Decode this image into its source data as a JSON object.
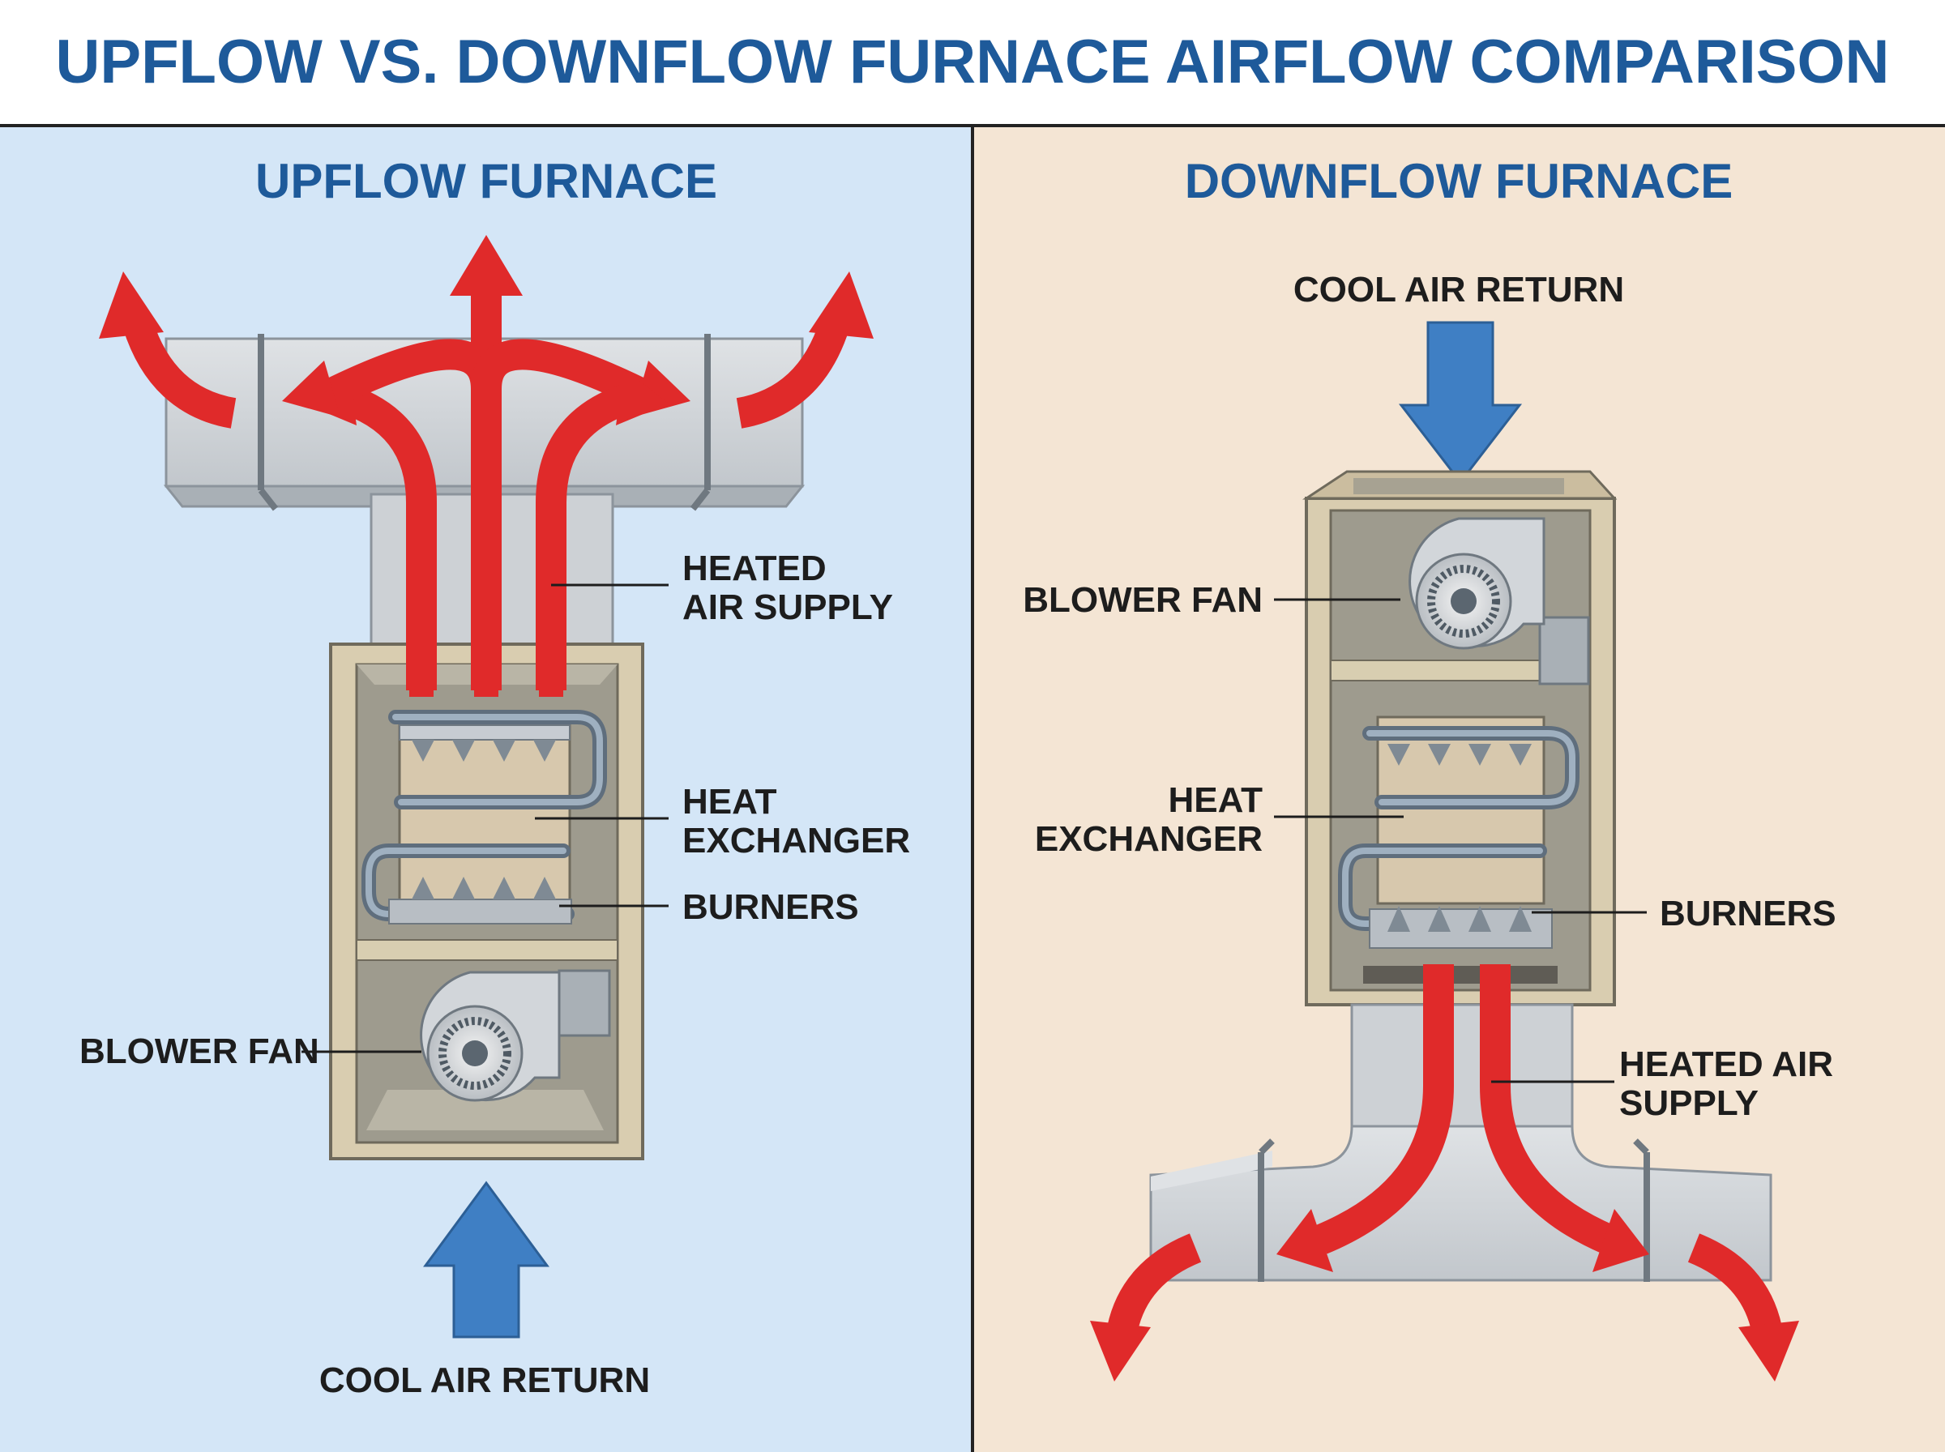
{
  "title": "UPFLOW VS. DOWNFLOW FURNACE AIRFLOW COMPARISON",
  "upflow": {
    "heading": "UPFLOW FURNACE",
    "labels": {
      "heated_air_supply_line1": "HEATED",
      "heated_air_supply_line2": "AIR SUPPLY",
      "heat_exchanger_line1": "HEAT",
      "heat_exchanger_line2": "EXCHANGER",
      "burners": "BURNERS",
      "blower_fan": "BLOWER FAN",
      "cool_air_return": "COOL AIR RETURN"
    }
  },
  "downflow": {
    "heading": "DOWNFLOW FURNACE",
    "labels": {
      "cool_air_return": "COOL AIR RETURN",
      "blower_fan": "BLOWER FAN",
      "heat_exchanger_line1": "HEAT",
      "heat_exchanger_line2": "EXCHANGER",
      "burners": "BURNERS",
      "heated_air_supply_line1": "HEATED AIR",
      "heated_air_supply_line2": "SUPPLY"
    }
  },
  "colors": {
    "title": "#1e5a9a",
    "upflow_panel": "#d4e6f7",
    "downflow_panel": "#f4e5d4",
    "heated_air": "#e02a2a",
    "cool_air": "#3f7fc4",
    "duct": "#c9cdd1",
    "cabinet": "#d9cdb0"
  }
}
